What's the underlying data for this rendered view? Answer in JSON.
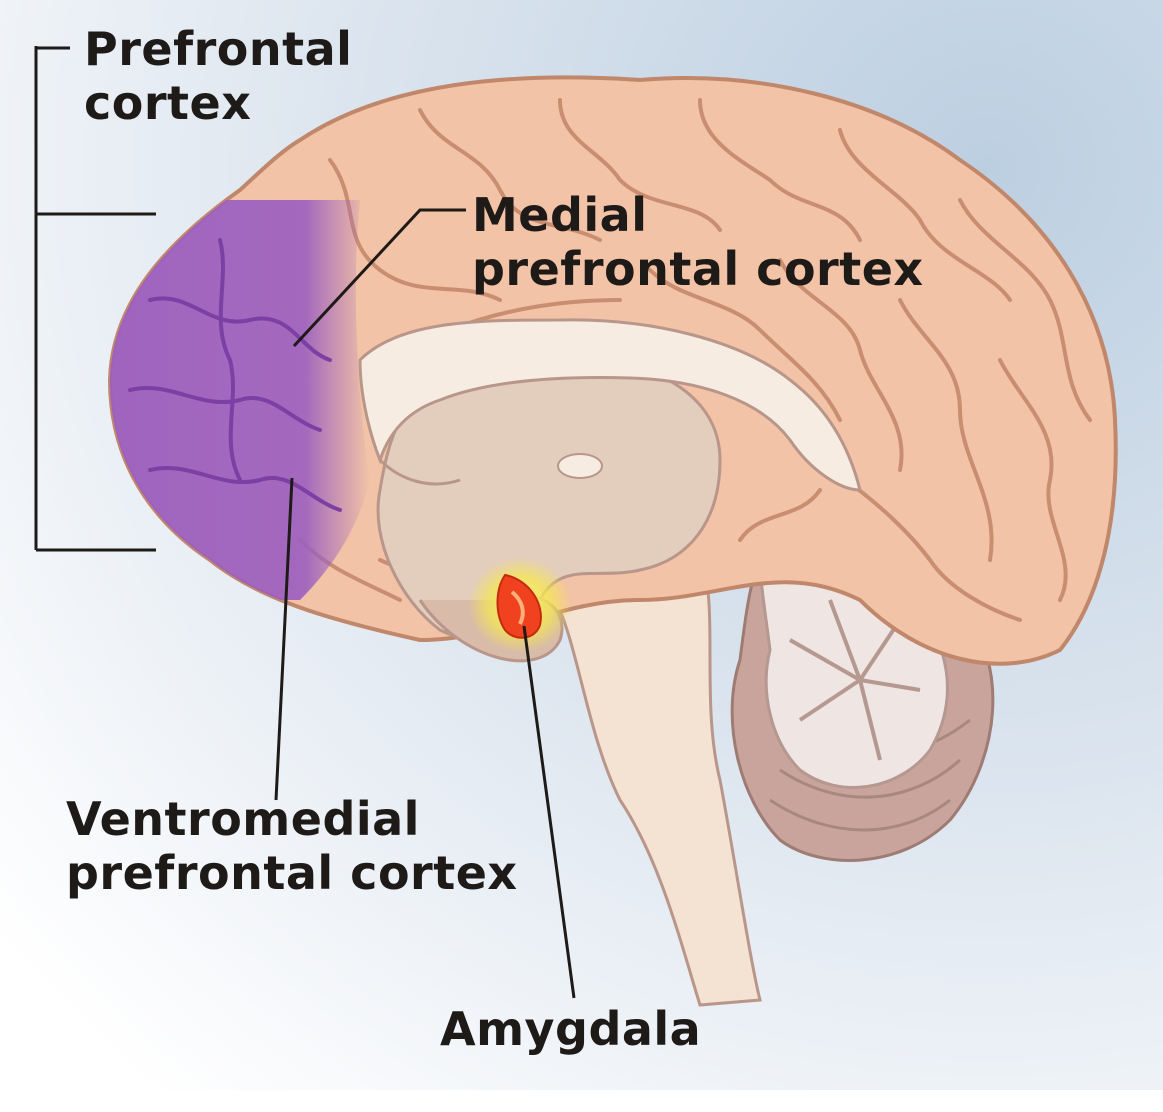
{
  "labels": {
    "prefrontal": [
      "Prefrontal",
      "cortex"
    ],
    "medial": [
      "Medial",
      "prefrontal cortex"
    ],
    "ventromedial": [
      "Ventromedial",
      "prefrontal cortex"
    ],
    "amygdala": "Amygdala"
  },
  "colors": {
    "brain": "#f2c3a6",
    "prefrontal_highlight": "#9b5fc0",
    "amygdala_highlight": "#f0421e",
    "interior": "#e3cdbd",
    "corpus_callosum": "#f7ece2",
    "cerebellum": "#c9a49c",
    "background": "#d9e4ef"
  }
}
